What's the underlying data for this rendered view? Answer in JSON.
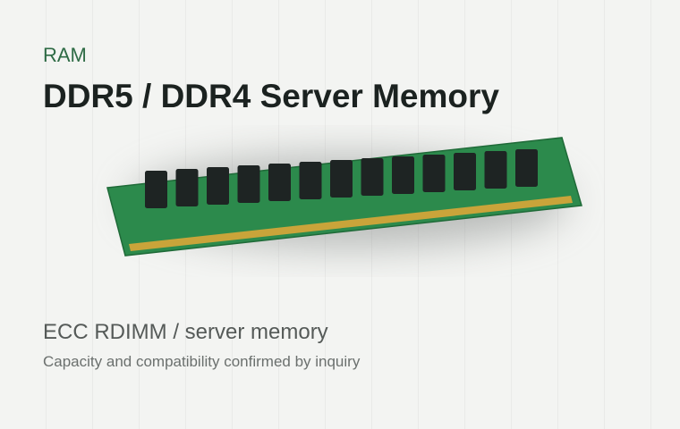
{
  "header": {
    "category": "RAM",
    "title": "DDR5 / DDR4 Server Memory"
  },
  "details": {
    "subtitle": "ECC RDIMM / server memory",
    "note": "Capacity and compatibility confirmed by inquiry"
  },
  "illustration": {
    "subject": "memory-module",
    "chip_count": 13,
    "colors": {
      "pcb": "#2c8a4c",
      "pcb_edge": "#1f6a38",
      "chip": "#1e2423",
      "contacts": "#c9a43a",
      "shadow": "#8a8e8c"
    }
  }
}
